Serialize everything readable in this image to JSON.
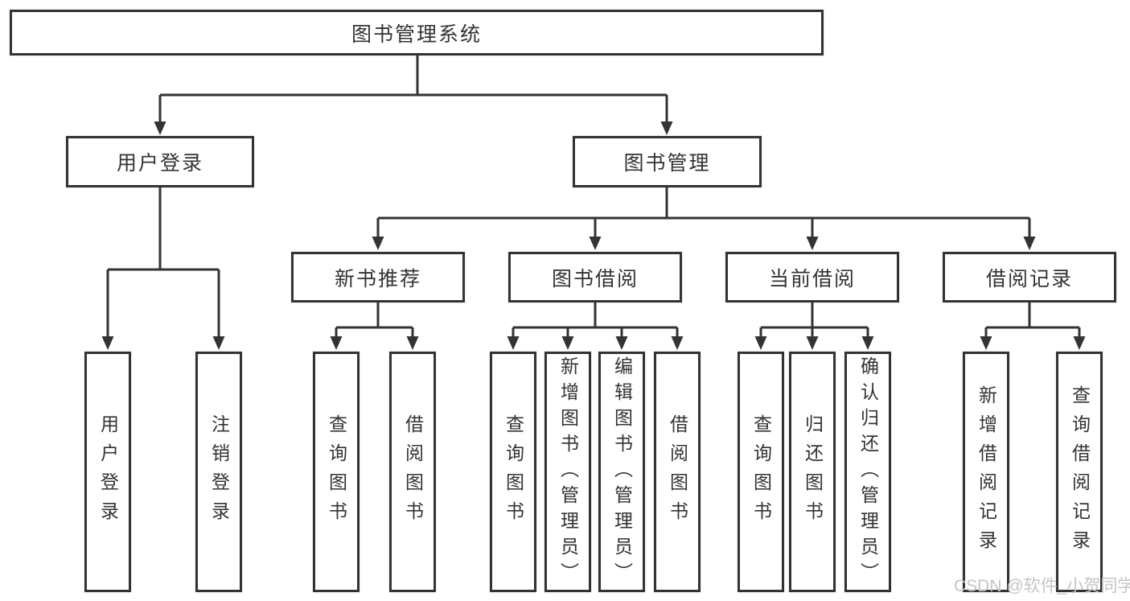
{
  "title": "图书管理系统",
  "user_login": {
    "label": "用户登录",
    "children": [
      "用户登录",
      "注销登录"
    ]
  },
  "book_management": {
    "label": "图书管理",
    "groups": [
      {
        "label": "新书推荐",
        "children": [
          "查询图书",
          "借阅图书"
        ]
      },
      {
        "label": "图书借阅",
        "children": [
          "查询图书",
          "新增图书（管理员）",
          "编辑图书（管理员）",
          "借阅图书"
        ]
      },
      {
        "label": "当前借阅",
        "children": [
          "查询图书",
          "归还图书",
          "确认归还（管理员）"
        ]
      },
      {
        "label": "借阅记录",
        "children": [
          "新增借阅记录",
          "查询借阅记录"
        ]
      }
    ]
  },
  "watermark": "CSDN @软件_小贺同学",
  "colors": {
    "line": "#333333",
    "text": "#333333",
    "background": "#ffffff",
    "watermark": "#c5c5c5"
  }
}
